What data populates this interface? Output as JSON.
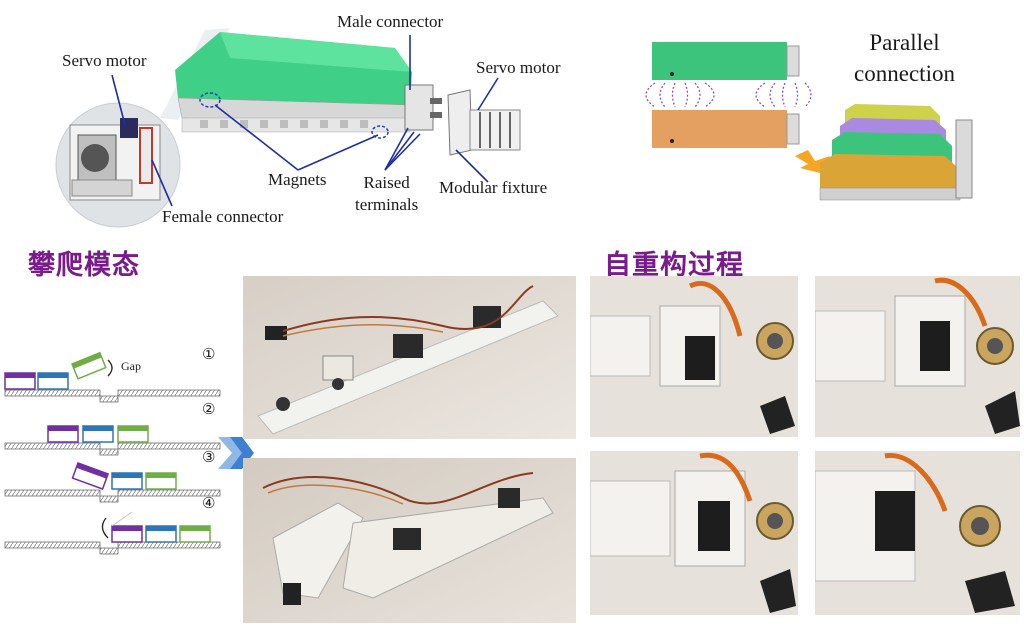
{
  "labels": {
    "servo_motor_left": "Servo motor",
    "male_connector": "Male connector",
    "servo_motor_right": "Servo motor",
    "magnets": "Magnets",
    "raised_terminals": "Raised\nterminals",
    "modular_fixture": "Modular fixture",
    "female_connector": "Female connector",
    "parallel_connection": "Parallel\nconnection"
  },
  "section_titles": {
    "climbing_mode": "攀爬模态",
    "reconfiguration_process": "自重构过程"
  },
  "gait_steps": {
    "step1": "①",
    "step2": "②",
    "step3": "③",
    "step4": "④",
    "gap": "Gap"
  },
  "colors": {
    "module_green": "#3cc47c",
    "module_orange": "#e3a060",
    "module_yellow": "#cdd24a",
    "module_purple": "#a98ae0",
    "module_amber": "#dba437",
    "block_purple": "#7030a0",
    "block_blue": "#2e75b6",
    "block_green": "#70ad47",
    "title_purple": "#7a1a8c",
    "arrow_orange": "#f5a623",
    "chevron_blue": "#3d7fd0"
  }
}
